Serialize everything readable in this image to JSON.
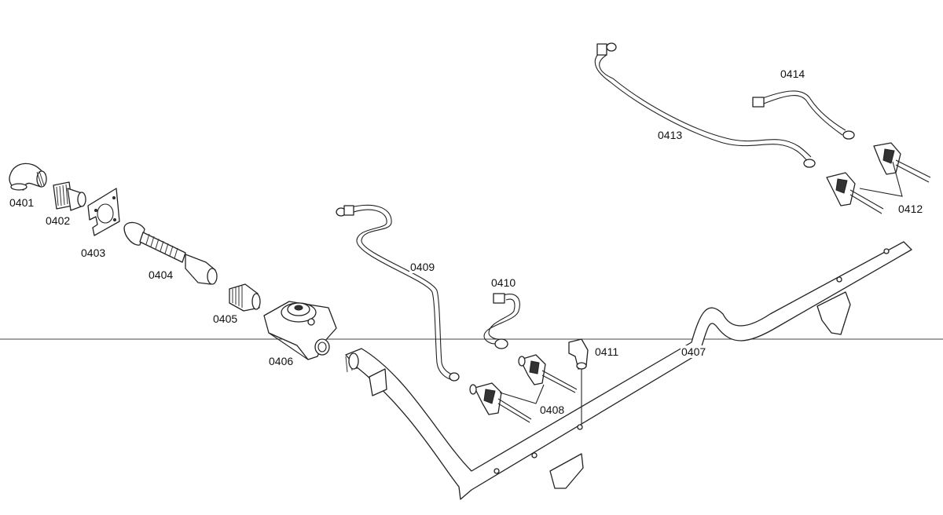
{
  "diagram": {
    "line_color": "#222222",
    "background": "#ffffff",
    "labels": {
      "p0401": "0401",
      "p0402": "0402",
      "p0403": "0403",
      "p0404": "0404",
      "p0405": "0405",
      "p0406": "0406",
      "p0407": "0407",
      "p0408": "0408",
      "p0409": "0409",
      "p0410": "0410",
      "p0411": "0411",
      "p0412": "0412",
      "p0413": "0413",
      "p0414": "0414"
    }
  }
}
